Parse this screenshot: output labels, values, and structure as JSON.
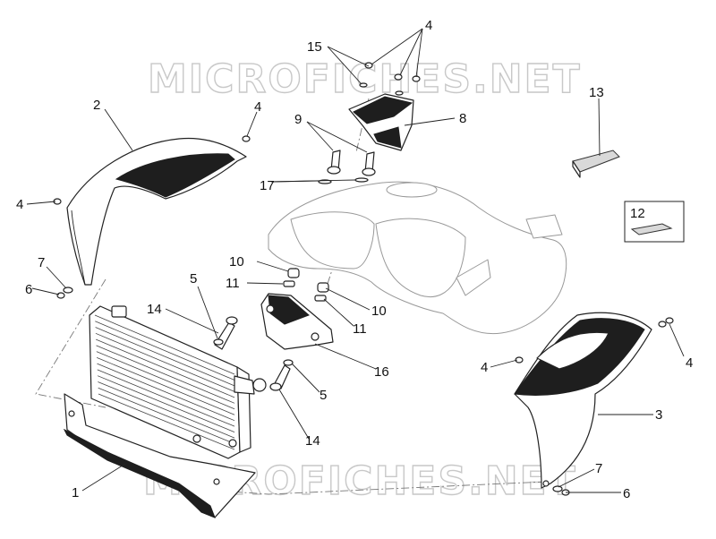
{
  "watermark": {
    "top": "MICROFICHES.NET",
    "bottom": "MICROFICHES.NET"
  },
  "callouts": [
    {
      "id": "c1",
      "label": "1"
    },
    {
      "id": "c2",
      "label": "2"
    },
    {
      "id": "c3",
      "label": "3"
    },
    {
      "id": "c4a",
      "label": "4"
    },
    {
      "id": "c4b",
      "label": "4"
    },
    {
      "id": "c4c",
      "label": "4"
    },
    {
      "id": "c4d",
      "label": "4"
    },
    {
      "id": "c4e",
      "label": "4"
    },
    {
      "id": "c5a",
      "label": "5"
    },
    {
      "id": "c5b",
      "label": "5"
    },
    {
      "id": "c6a",
      "label": "6"
    },
    {
      "id": "c6b",
      "label": "6"
    },
    {
      "id": "c7a",
      "label": "7"
    },
    {
      "id": "c7b",
      "label": "7"
    },
    {
      "id": "c8",
      "label": "8"
    },
    {
      "id": "c9",
      "label": "9"
    },
    {
      "id": "c10a",
      "label": "10"
    },
    {
      "id": "c10b",
      "label": "10"
    },
    {
      "id": "c11a",
      "label": "11"
    },
    {
      "id": "c11b",
      "label": "11"
    },
    {
      "id": "c12",
      "label": "12"
    },
    {
      "id": "c13",
      "label": "13"
    },
    {
      "id": "c14a",
      "label": "14"
    },
    {
      "id": "c14b",
      "label": "14"
    },
    {
      "id": "c15",
      "label": "15"
    },
    {
      "id": "c16",
      "label": "16"
    },
    {
      "id": "c17",
      "label": "17"
    }
  ]
}
